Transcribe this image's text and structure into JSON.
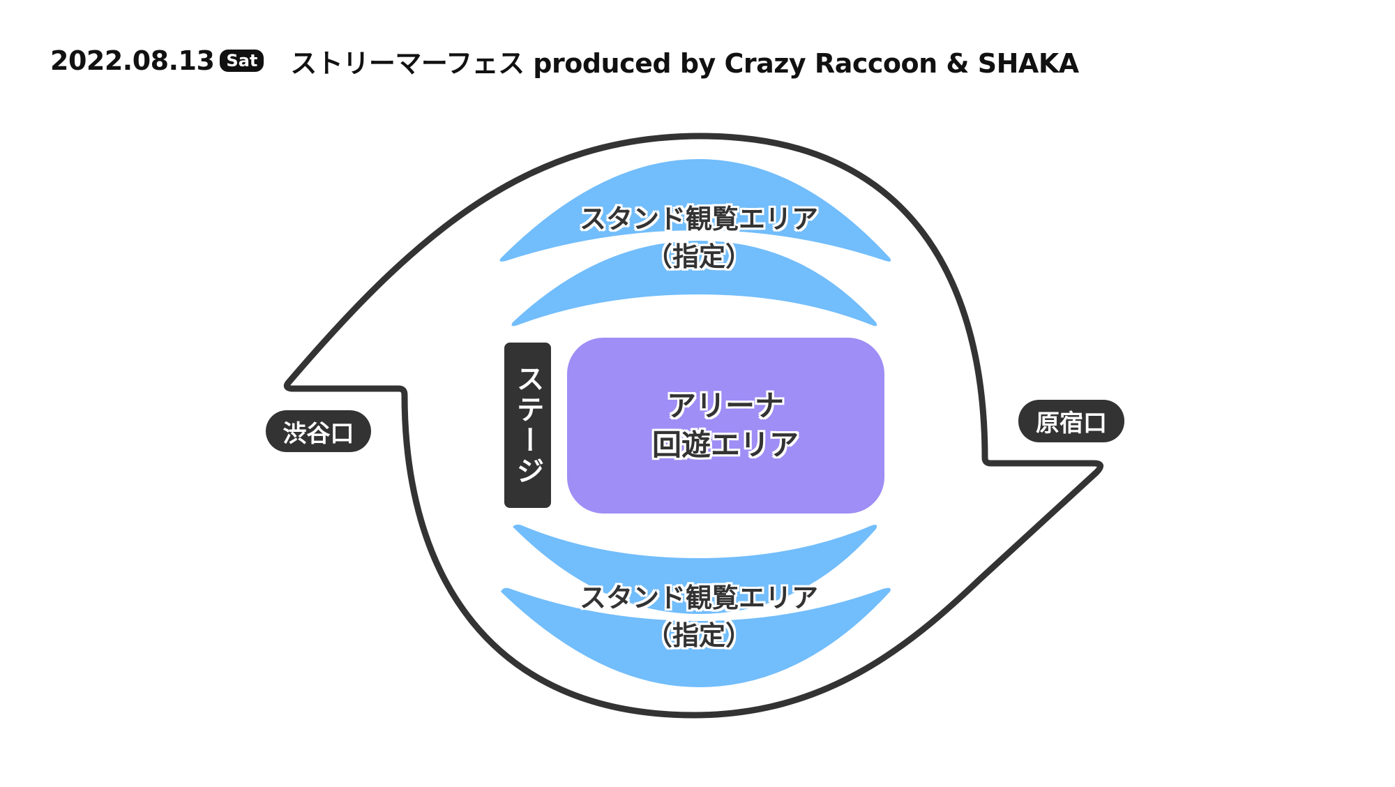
{
  "header": {
    "date": "2022.08.13",
    "day": "Sat",
    "title": "ストリーマーフェス produced by Crazy Raccoon & SHAKA"
  },
  "venue_map": {
    "stand_top": {
      "line1": "スタンド観覧エリア",
      "line2": "（指定）"
    },
    "stand_bottom": {
      "line1": "スタンド観覧エリア",
      "line2": "（指定）"
    },
    "stage": {
      "label": "ステージ"
    },
    "arena": {
      "line1": "アリーナ",
      "line2": "回遊エリア"
    },
    "entrances": {
      "left": "渋谷口",
      "right": "原宿口"
    }
  },
  "colors": {
    "stand": "#72bdfb",
    "arena": "#9e8ef5",
    "dark": "#333333",
    "background": "#ffffff"
  }
}
